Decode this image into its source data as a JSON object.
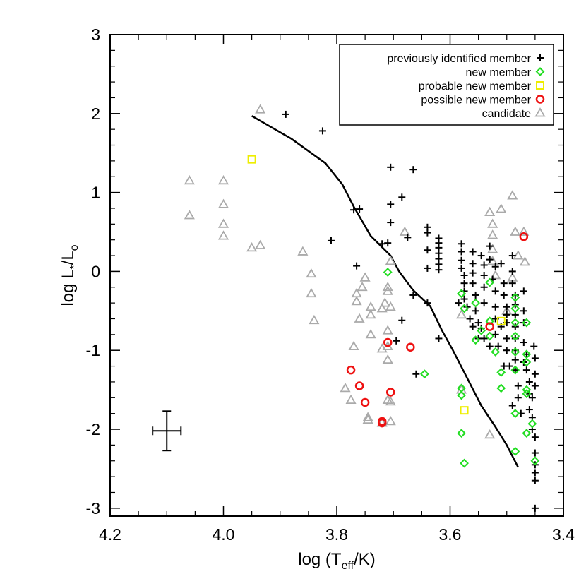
{
  "chart_data": {
    "type": "scatter",
    "xlabel": "log (T",
    "xlabel_sub": "eff",
    "xlabel_end": "/K)",
    "ylabel": "log L",
    "ylabel_sub1": "*",
    "ylabel_mid": "/L",
    "ylabel_sub2": "o",
    "xlim": [
      4.2,
      3.4
    ],
    "ylim": [
      -3.1,
      3.0
    ],
    "xticks": [
      4.2,
      4.0,
      3.8,
      3.6,
      3.4
    ],
    "xtick_labels": [
      "4.2",
      "4.0",
      "3.8",
      "3.6",
      "3.4"
    ],
    "yticks": [
      3,
      2,
      1,
      0,
      -1,
      -2,
      -3
    ],
    "ytick_labels": [
      "3",
      "2",
      "1",
      "0",
      "-1",
      "-2",
      "-3"
    ],
    "legend_position": "top-right",
    "colors": {
      "previously": "#000000",
      "new": "#22dd22",
      "probable": "#eeee00",
      "possible": "#ee1111",
      "candidate": "#aaaaaa",
      "line": "#000000"
    },
    "error_bar": {
      "x": 4.1,
      "y": -2.02,
      "x_err": 0.025,
      "y_err": 0.25
    },
    "series": [
      {
        "name": "previously identified member",
        "marker": "plus",
        "color": "#000000",
        "points": [
          [
            3.89,
            1.99
          ],
          [
            3.825,
            1.78
          ],
          [
            3.81,
            0.39
          ],
          [
            3.77,
            0.78
          ],
          [
            3.76,
            0.79
          ],
          [
            3.765,
            0.07
          ],
          [
            3.72,
            0.35
          ],
          [
            3.71,
            0.36
          ],
          [
            3.705,
            1.32
          ],
          [
            3.705,
            0.85
          ],
          [
            3.705,
            0.62
          ],
          [
            3.685,
            0.94
          ],
          [
            3.675,
            0.43
          ],
          [
            3.665,
            1.29
          ],
          [
            3.665,
            -0.3
          ],
          [
            3.685,
            -0.62
          ],
          [
            3.695,
            -0.88
          ],
          [
            3.66,
            -1.3
          ],
          [
            3.64,
            0.56
          ],
          [
            3.64,
            0.49
          ],
          [
            3.64,
            0.27
          ],
          [
            3.64,
            0.04
          ],
          [
            3.64,
            -0.4
          ],
          [
            3.62,
            -0.85
          ],
          [
            3.62,
            0.42
          ],
          [
            3.62,
            0.36
          ],
          [
            3.62,
            0.3
          ],
          [
            3.62,
            0.23
          ],
          [
            3.62,
            0.16
          ],
          [
            3.62,
            0.09
          ],
          [
            3.62,
            0.02
          ],
          [
            3.585,
            -0.4
          ],
          [
            3.58,
            0.35
          ],
          [
            3.58,
            0.25
          ],
          [
            3.58,
            0.14
          ],
          [
            3.58,
            0.04
          ],
          [
            3.575,
            -0.05
          ],
          [
            3.575,
            -0.15
          ],
          [
            3.575,
            -0.25
          ],
          [
            3.575,
            -0.35
          ],
          [
            3.57,
            -0.45
          ],
          [
            3.565,
            -0.6
          ],
          [
            3.56,
            0.25
          ],
          [
            3.56,
            0.1
          ],
          [
            3.56,
            -0.02
          ],
          [
            3.56,
            -0.15
          ],
          [
            3.555,
            -0.3
          ],
          [
            3.555,
            -0.5
          ],
          [
            3.55,
            -0.65
          ],
          [
            3.545,
            0.2
          ],
          [
            3.54,
            0.08
          ],
          [
            3.54,
            -0.05
          ],
          [
            3.54,
            -0.2
          ],
          [
            3.54,
            -0.4
          ],
          [
            3.545,
            -0.72
          ],
          [
            3.54,
            -0.85
          ],
          [
            3.53,
            0.32
          ],
          [
            3.53,
            0.15
          ],
          [
            3.52,
            0.06
          ],
          [
            3.525,
            -0.1
          ],
          [
            3.52,
            -0.25
          ],
          [
            3.52,
            -0.45
          ],
          [
            3.52,
            -0.6
          ],
          [
            3.52,
            -0.8
          ],
          [
            3.515,
            -0.95
          ],
          [
            3.51,
            0.1
          ],
          [
            3.505,
            -0.15
          ],
          [
            3.505,
            -0.3
          ],
          [
            3.5,
            -0.45
          ],
          [
            3.5,
            -0.55
          ],
          [
            3.5,
            -0.65
          ],
          [
            3.5,
            -0.85
          ],
          [
            3.5,
            -1.0
          ],
          [
            3.495,
            -1.2
          ],
          [
            3.49,
            0.2
          ],
          [
            3.49,
            0.0
          ],
          [
            3.49,
            -0.15
          ],
          [
            3.485,
            -0.3
          ],
          [
            3.485,
            -0.42
          ],
          [
            3.485,
            -0.55
          ],
          [
            3.485,
            -0.7
          ],
          [
            3.485,
            -0.85
          ],
          [
            3.485,
            -1.0
          ],
          [
            3.485,
            -1.12
          ],
          [
            3.485,
            -1.25
          ],
          [
            3.48,
            -1.45
          ],
          [
            3.48,
            -1.6
          ],
          [
            3.475,
            -1.8
          ],
          [
            3.47,
            -0.25
          ],
          [
            3.47,
            -0.5
          ],
          [
            3.47,
            -0.65
          ],
          [
            3.47,
            -0.9
          ],
          [
            3.465,
            -1.05
          ],
          [
            3.465,
            -1.25
          ],
          [
            3.46,
            -1.4
          ],
          [
            3.46,
            -1.55
          ],
          [
            3.46,
            -1.75
          ],
          [
            3.455,
            -1.85
          ],
          [
            3.455,
            -2.0
          ],
          [
            3.45,
            -2.1
          ],
          [
            3.45,
            -2.3
          ],
          [
            3.45,
            -2.45
          ],
          [
            3.45,
            -2.55
          ],
          [
            3.45,
            -2.65
          ],
          [
            3.45,
            -3.0
          ],
          [
            3.452,
            -0.95
          ],
          [
            3.45,
            -1.1
          ],
          [
            3.45,
            -1.3
          ],
          [
            3.45,
            -1.45
          ],
          [
            3.455,
            -1.6
          ],
          [
            3.47,
            -1.15
          ],
          [
            3.49,
            -1.7
          ],
          [
            3.505,
            -1.2
          ],
          [
            3.53,
            -0.95
          ],
          [
            3.51,
            -0.7
          ],
          [
            3.56,
            -0.7
          ],
          [
            3.55,
            -0.85
          ]
        ]
      },
      {
        "name": "new member",
        "marker": "diamond",
        "color": "#22dd22",
        "points": [
          [
            3.71,
            -0.01
          ],
          [
            3.645,
            -1.3
          ],
          [
            3.58,
            -0.28
          ],
          [
            3.58,
            -1.48
          ],
          [
            3.58,
            -1.57
          ],
          [
            3.58,
            -2.05
          ],
          [
            3.575,
            -2.43
          ],
          [
            3.575,
            -0.47
          ],
          [
            3.555,
            -0.87
          ],
          [
            3.555,
            -0.4
          ],
          [
            3.545,
            -0.75
          ],
          [
            3.53,
            -0.14
          ],
          [
            3.53,
            -0.82
          ],
          [
            3.53,
            -0.63
          ],
          [
            3.52,
            -1.02
          ],
          [
            3.51,
            -1.48
          ],
          [
            3.51,
            -1.28
          ],
          [
            3.485,
            -0.33
          ],
          [
            3.485,
            -0.47
          ],
          [
            3.485,
            -0.65
          ],
          [
            3.485,
            -0.82
          ],
          [
            3.485,
            -1.02
          ],
          [
            3.485,
            -1.25
          ],
          [
            3.485,
            -1.8
          ],
          [
            3.485,
            -2.28
          ],
          [
            3.465,
            -0.65
          ],
          [
            3.465,
            -1.05
          ],
          [
            3.465,
            -1.15
          ],
          [
            3.465,
            -1.5
          ],
          [
            3.465,
            -1.55
          ],
          [
            3.465,
            -2.05
          ],
          [
            3.455,
            -1.93
          ],
          [
            3.45,
            -2.4
          ]
        ]
      },
      {
        "name": "probable new member",
        "marker": "square",
        "color": "#eeee00",
        "points": [
          [
            3.95,
            1.42
          ],
          [
            3.575,
            -1.76
          ],
          [
            3.51,
            -0.63
          ]
        ]
      },
      {
        "name": "possible new member",
        "marker": "circle",
        "color": "#ee1111",
        "points": [
          [
            3.775,
            -1.25
          ],
          [
            3.76,
            -1.45
          ],
          [
            3.75,
            -1.66
          ],
          [
            3.72,
            -1.9
          ],
          [
            3.72,
            -1.92
          ],
          [
            3.71,
            -0.9
          ],
          [
            3.705,
            -1.53
          ],
          [
            3.67,
            -0.96
          ],
          [
            3.53,
            -0.7
          ],
          [
            3.47,
            0.44
          ]
        ]
      },
      {
        "name": "candidate",
        "marker": "triangle",
        "color": "#aaaaaa",
        "points": [
          [
            4.06,
            1.15
          ],
          [
            4.06,
            0.71
          ],
          [
            4.0,
            1.15
          ],
          [
            4.0,
            0.85
          ],
          [
            4.0,
            0.6
          ],
          [
            4.0,
            0.45
          ],
          [
            3.95,
            0.3
          ],
          [
            3.935,
            2.05
          ],
          [
            3.935,
            0.33
          ],
          [
            3.86,
            0.25
          ],
          [
            3.845,
            -0.03
          ],
          [
            3.845,
            -0.28
          ],
          [
            3.84,
            -0.62
          ],
          [
            3.785,
            -1.48
          ],
          [
            3.775,
            -1.63
          ],
          [
            3.77,
            -0.95
          ],
          [
            3.765,
            -0.28
          ],
          [
            3.765,
            -0.38
          ],
          [
            3.76,
            -0.6
          ],
          [
            3.755,
            -0.2
          ],
          [
            3.75,
            -0.08
          ],
          [
            3.745,
            -1.88
          ],
          [
            3.745,
            -1.85
          ],
          [
            3.74,
            -0.45
          ],
          [
            3.74,
            -0.55
          ],
          [
            3.74,
            -0.8
          ],
          [
            3.72,
            -0.47
          ],
          [
            3.72,
            -0.98
          ],
          [
            3.72,
            -1.92
          ],
          [
            3.715,
            -0.4
          ],
          [
            3.71,
            -0.2
          ],
          [
            3.71,
            -0.25
          ],
          [
            3.71,
            -0.75
          ],
          [
            3.71,
            -0.95
          ],
          [
            3.71,
            -1.12
          ],
          [
            3.71,
            -1.63
          ],
          [
            3.705,
            -1.65
          ],
          [
            3.705,
            -1.9
          ],
          [
            3.705,
            0.13
          ],
          [
            3.705,
            -0.45
          ],
          [
            3.68,
            0.5
          ],
          [
            3.58,
            -0.55
          ],
          [
            3.58,
            -1.5
          ],
          [
            3.53,
            0.75
          ],
          [
            3.525,
            0.6
          ],
          [
            3.525,
            0.46
          ],
          [
            3.525,
            0.28
          ],
          [
            3.525,
            0.13
          ],
          [
            3.52,
            -0.05
          ],
          [
            3.51,
            0.79
          ],
          [
            3.49,
            0.96
          ],
          [
            3.485,
            0.5
          ],
          [
            3.48,
            0.2
          ],
          [
            3.49,
            -0.08
          ],
          [
            3.47,
            0.5
          ],
          [
            3.468,
            0.12
          ],
          [
            3.53,
            -2.07
          ],
          [
            3.5,
            -0.5
          ]
        ]
      }
    ],
    "line": {
      "name": "",
      "points": [
        [
          3.95,
          1.97
        ],
        [
          3.88,
          1.68
        ],
        [
          3.82,
          1.37
        ],
        [
          3.79,
          1.1
        ],
        [
          3.77,
          0.82
        ],
        [
          3.74,
          0.45
        ],
        [
          3.705,
          0.2
        ],
        [
          3.69,
          0.0
        ],
        [
          3.665,
          -0.24
        ],
        [
          3.635,
          -0.44
        ],
        [
          3.615,
          -0.74
        ],
        [
          3.595,
          -1.0
        ],
        [
          3.57,
          -1.35
        ],
        [
          3.545,
          -1.7
        ],
        [
          3.52,
          -1.97
        ],
        [
          3.5,
          -2.2
        ],
        [
          3.48,
          -2.48
        ]
      ]
    },
    "legend": [
      {
        "label": "previously identified member",
        "marker": "plus",
        "color": "#000000"
      },
      {
        "label": "new member",
        "marker": "diamond",
        "color": "#22dd22"
      },
      {
        "label": "probable new member",
        "marker": "square",
        "color": "#eeee00"
      },
      {
        "label": "possible new member",
        "marker": "circle",
        "color": "#ee1111"
      },
      {
        "label": "candidate",
        "marker": "triangle",
        "color": "#aaaaaa"
      }
    ]
  }
}
